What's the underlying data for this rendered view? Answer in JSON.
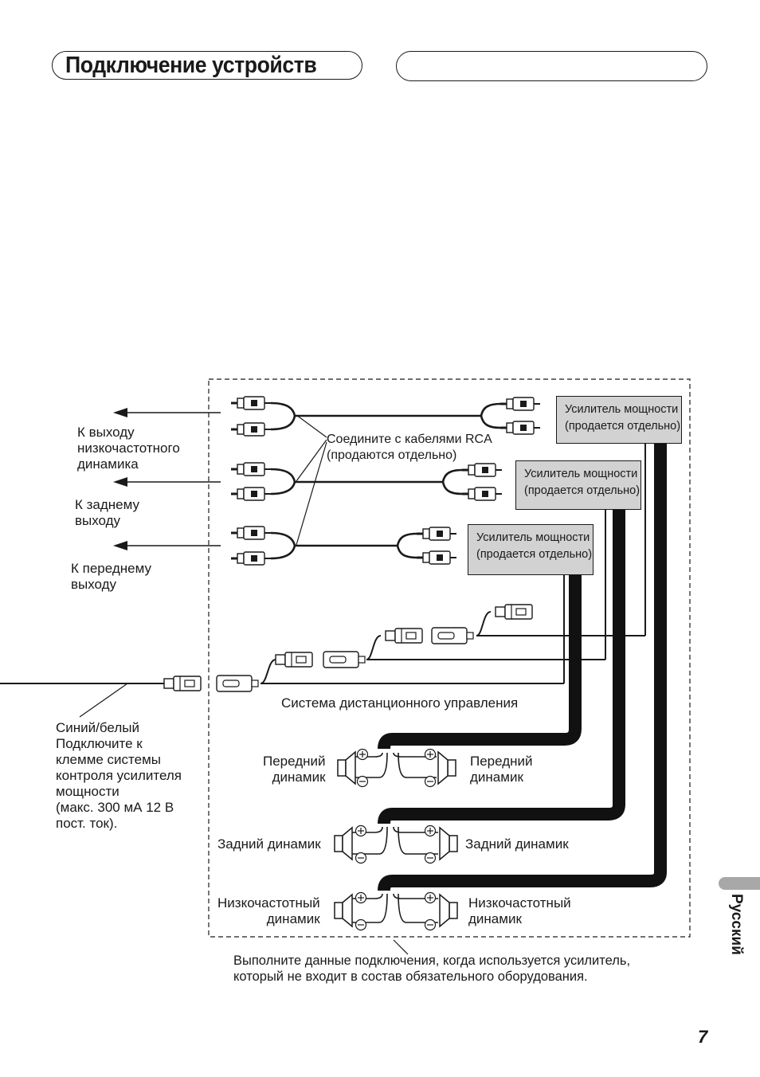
{
  "header": {
    "title": "Подключение устройств"
  },
  "labels": {
    "subwoofer_output": "К выходу\nнизкочастотного\nдинамика",
    "rear_output": "К заднему\nвыходу",
    "front_output": "К переднему\nвыходу",
    "rca_note": "Соедините с кабелями RCA\n(продаются отдельно)",
    "remote_system": "Система дистанционного управления",
    "blue_white_note": "Синий/белый\nПодключите к\nклемме системы\nконтроля усилителя\nмощности\n(макс. 300 мА 12 В\nпост. ток).",
    "front_speaker_left": "Передний\nдинамик",
    "front_speaker_right": "Передний\nдинамик",
    "rear_speaker_left": "Задний динамик",
    "rear_speaker_right": "Задний динамик",
    "sub_speaker_left": "Низкочастотный\nдинамик",
    "sub_speaker_right": "Низкочастотный\nдинамик",
    "footer_note": "Выполните данные подключения, когда используется усилитель,\nкоторый не входит в состав обязательного оборудования."
  },
  "amplifiers": [
    {
      "text": "Усилитель мощности\n(продается отдельно)"
    },
    {
      "text": "Усилитель мощности\n(продается отдельно)"
    },
    {
      "text": "Усилитель мощности\n(продается отдельно)"
    }
  ],
  "side_tab": {
    "language": "Русский"
  },
  "page_number": "7"
}
